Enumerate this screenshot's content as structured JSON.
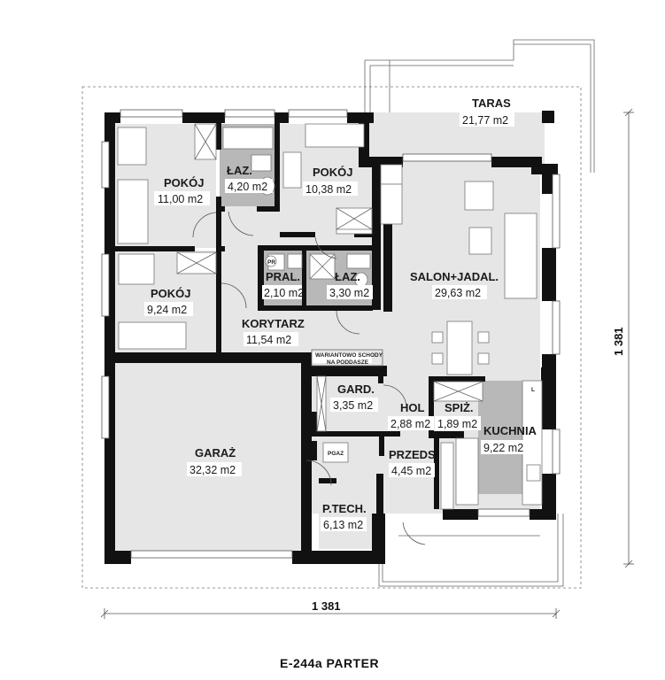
{
  "plan_title": "E-244a PARTER",
  "dimensions": {
    "width": "1 381",
    "depth": "1 381"
  },
  "rooms": {
    "pokoj1": {
      "name": "POKÓJ",
      "area": "11,00 m2"
    },
    "lazienka1": {
      "name": "ŁAZ.",
      "area": "4,20 m2"
    },
    "pokoj2": {
      "name": "POKÓJ",
      "area": "10,38 m2"
    },
    "pokoj3": {
      "name": "POKÓJ",
      "area": "9,24 m2"
    },
    "pralnia": {
      "name": "PRAL.",
      "area": "2,10 m2"
    },
    "lazienka2": {
      "name": "ŁAZ.",
      "area": "3,30 m2"
    },
    "korytarz": {
      "name": "KORYTARZ",
      "area": "11,54 m2"
    },
    "salon": {
      "name": "SALON+JADAL.",
      "area": "29,63 m2"
    },
    "taras": {
      "name": "TARAS",
      "area": "21,77 m2"
    },
    "garaz": {
      "name": "GARAŻ",
      "area": "32,32 m2"
    },
    "garderoba": {
      "name": "GARD.",
      "area": "3,35 m2"
    },
    "hol": {
      "name": "HOL",
      "area": "2,88 m2"
    },
    "spizarnia": {
      "name": "SPIŻ.",
      "area": "1,89 m2"
    },
    "kuchnia": {
      "name": "KUCHNIA",
      "area": "9,22 m2"
    },
    "przedsionek": {
      "name": "PRZEDS.",
      "area": "4,45 m2"
    },
    "techniczne": {
      "name": "P.TECH.",
      "area": "6,13 m2"
    }
  },
  "notes": {
    "stairs_line1": "WARIANTOWO SCHODY",
    "stairs_line2": "NA PODDASZE",
    "pr_symbol": "PR",
    "pgaz_symbol": "PGAZ",
    "l_symbol": "L"
  }
}
